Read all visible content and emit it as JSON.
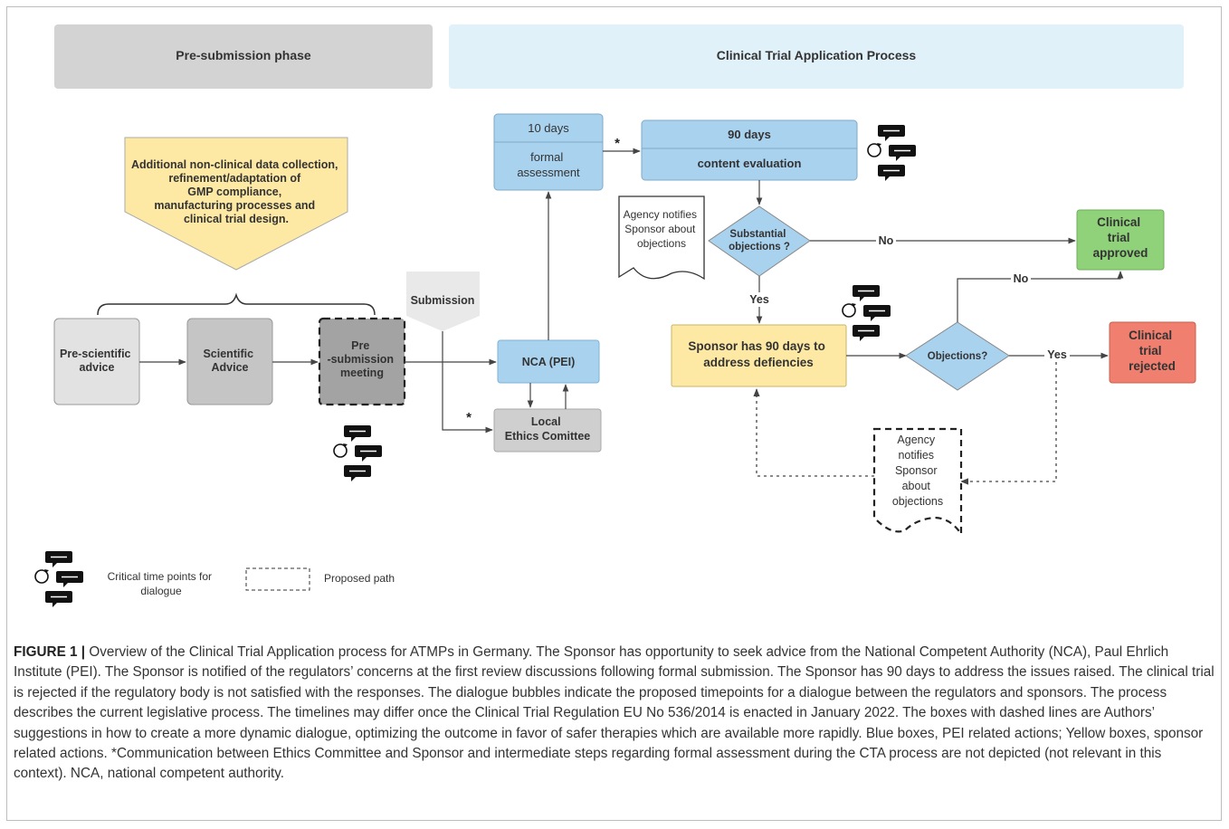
{
  "phases": {
    "pre_submission": "Pre-submission phase",
    "cta_process": "Clinical Trial Application Process"
  },
  "callout": {
    "lines": [
      "Additional non-clinical data collection,",
      "refinement/adaptation  of",
      "GMP compliance,",
      "manufacturing processes and",
      "clinical trial design."
    ]
  },
  "nodes": {
    "pre_scientific": [
      "Pre-scientific",
      "advice"
    ],
    "scientific": [
      "Scientific",
      "Advice"
    ],
    "pre_submission_meeting": [
      "Pre",
      "-submission",
      "meeting"
    ],
    "submission": "Submission",
    "nca": "NCA (PEI)",
    "ethics": [
      "Local",
      "Ethics Comittee"
    ],
    "formal_days": "10 days",
    "formal_label": [
      "formal",
      "assessment"
    ],
    "content_days": "90 days",
    "content_label": "content evaluation",
    "notify_top": [
      "Agency notifies",
      "Sponsor  about",
      "objections"
    ],
    "substantial": [
      "Substantial",
      "objections ?"
    ],
    "approved": [
      "Clinical",
      "trial",
      "approved"
    ],
    "sponsor_90": [
      "Sponsor has 90 days to",
      "address defiencies"
    ],
    "objections": "Objections?",
    "rejected": [
      "Clinical",
      "trial",
      "rejected"
    ],
    "notify_bottom": [
      "Agency",
      "notifies",
      "Sponsor",
      "about",
      "objections"
    ]
  },
  "edge_labels": {
    "no_top": "No",
    "yes_down": "Yes",
    "no_up": "No",
    "yes_right": "Yes",
    "asterisk_top": "*",
    "asterisk_bottom": "*"
  },
  "legend": {
    "dialogue": [
      "Critical time points for",
      "dialogue"
    ],
    "proposed": "Proposed path"
  },
  "caption": {
    "label": "FIGURE 1 |",
    "text": " Overview of the Clinical Trial Application process for ATMPs in Germany. The Sponsor has opportunity to seek advice from the National Competent Authority (NCA), Paul Ehrlich Institute (PEI). The Sponsor is notified of the regulators’ concerns at the first review discussions following formal submission. The Sponsor has 90 days to address the issues raised. The clinical trial is rejected if the regulatory body is not satisfied with the responses. The dialogue bubbles indicate the proposed timepoints for a dialogue between the regulators and sponsors. The process describes the current legislative process. The timelines may differ once the Clinical Trial Regulation EU No 536/2014 is enacted in January 2022. The boxes with dashed lines are Authors’ suggestions in how to create a more dynamic dialogue, optimizing the outcome in favor of safer therapies which are available more rapidly. Blue boxes, PEI related actions; Yellow boxes, sponsor related actions. *Communication between Ethics Committee and Sponsor and intermediate steps regarding formal assessment during the CTA process are not depicted (not relevant in this context). NCA, national competent authority."
  },
  "colors": {
    "blue": "#a9d2ef",
    "yellow": "#fde9a3",
    "green": "#8fd27a",
    "red": "#f07f6f",
    "grey_light": "#e2e2e2",
    "grey_mid": "#c5c5c5",
    "grey_dark": "#a3a3a3",
    "phase_grey": "#d3d3d3",
    "phase_blue": "#e1f1fa"
  }
}
